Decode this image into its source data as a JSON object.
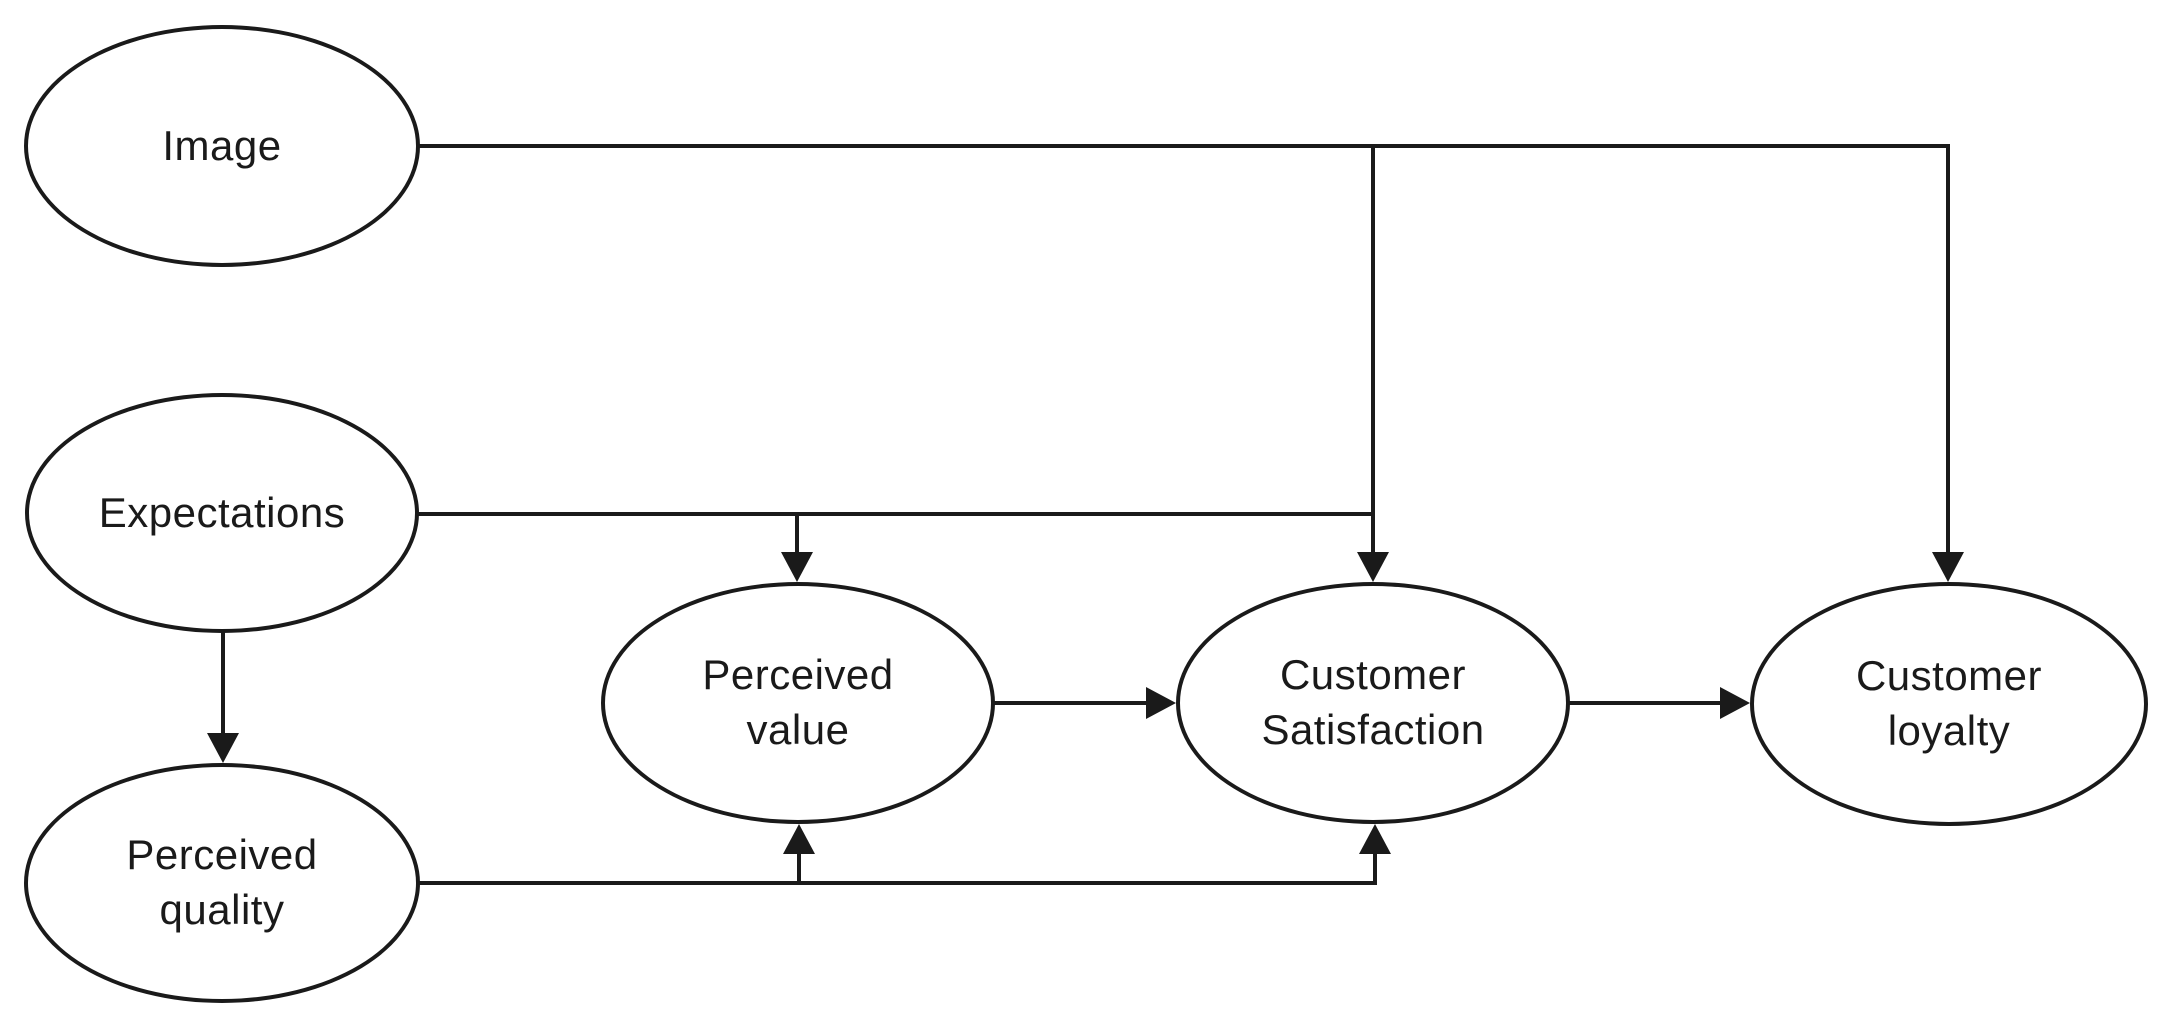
{
  "page": {
    "background": "#ffffff"
  },
  "colors": {
    "line_stroke": "#1a1a1a",
    "node_border": "#1a1a1a",
    "node_fill": "#ffffff",
    "text": "#1a1a1a"
  },
  "nodes": [
    {
      "id": "image",
      "label": "Image"
    },
    {
      "id": "expectations",
      "label": "Expectations"
    },
    {
      "id": "perceived-quality",
      "label": "Perceived\nquality"
    },
    {
      "id": "perceived-value",
      "label": "Perceived\nvalue"
    },
    {
      "id": "customer-satisfaction",
      "label": "Customer\nSatisfaction"
    },
    {
      "id": "customer-loyalty",
      "label": "Customer\nloyalty"
    }
  ],
  "edges": [
    {
      "from": "image",
      "to": "customer-loyalty",
      "arrow": true
    },
    {
      "from": "image",
      "to": "customer-satisfaction",
      "arrow": true
    },
    {
      "from": "expectations",
      "to": "perceived-value",
      "arrow": true
    },
    {
      "from": "expectations",
      "to": "customer-satisfaction",
      "arrow": true
    },
    {
      "from": "expectations",
      "to": "perceived-quality",
      "arrow": true
    },
    {
      "from": "perceived-quality",
      "to": "perceived-value",
      "arrow": true
    },
    {
      "from": "perceived-quality",
      "to": "customer-satisfaction",
      "arrow": true
    },
    {
      "from": "perceived-value",
      "to": "customer-satisfaction",
      "arrow": true
    },
    {
      "from": "customer-satisfaction",
      "to": "customer-loyalty",
      "arrow": true
    }
  ]
}
